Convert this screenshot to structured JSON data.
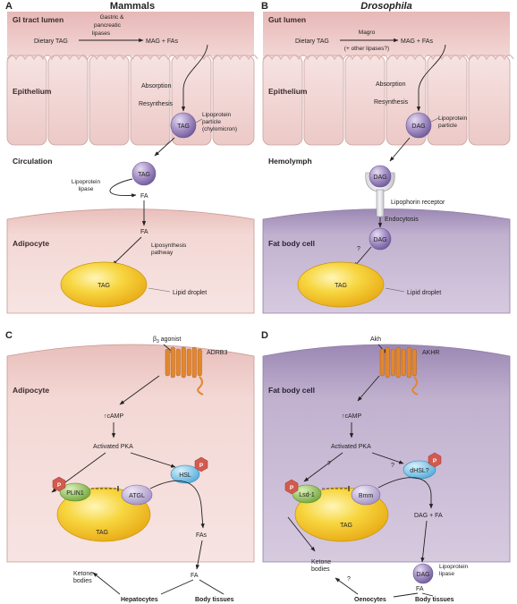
{
  "panel_letters": {
    "a": "A",
    "b": "B",
    "c": "C",
    "d": "D"
  },
  "panel_titles": {
    "a": "Mammals",
    "b": "Drosophila"
  },
  "panel_a": {
    "lumen": "GI tract lumen",
    "dietary_tag": "Dietary TAG",
    "enzyme": [
      "Gastric &",
      "pancreatic",
      "lipases"
    ],
    "products": "MAG + FAs",
    "epithelium": "Epithelium",
    "absorption": "Absorption",
    "resynthesis": "Resynthesis",
    "particle_label": [
      "Lipoprotein",
      "particle",
      "(chylomicron)"
    ],
    "particle_tag": "TAG",
    "circulation": "Circulation",
    "circ_tag": "TAG",
    "lpl": [
      "Lipoprotein",
      "lipase"
    ],
    "fa1": "FA",
    "fa2": "FA",
    "pathway": [
      "Liposynthesis",
      "pathway"
    ],
    "cell": "Adipocyte",
    "droplet_tag": "TAG",
    "droplet_label": "Lipid droplet"
  },
  "panel_b": {
    "lumen": "Gut lumen",
    "dietary_tag": "Dietary TAG",
    "enzyme": [
      "Magro",
      "(+ other lipases?)"
    ],
    "products": "MAG + FAs",
    "epithelium": "Epithelium",
    "absorption": "Absorption",
    "resynthesis": "Resynthesis",
    "particle_label": [
      "Lipoprotein",
      "particle"
    ],
    "particle_dag": "DAG",
    "hemolymph": "Hemolymph",
    "receptor_dag": "DAG",
    "receptor": "Lipophorin receptor",
    "endocytosis": "Endocytosis",
    "cell_dag": "DAG",
    "question": "?",
    "cell": "Fat body cell",
    "droplet_tag": "TAG",
    "droplet_label": "Lipid droplet"
  },
  "panel_c": {
    "agonist": "β",
    "agonist_sub": "3",
    "agonist_rest": " agonist",
    "receptor": "ADRB3",
    "cell": "Adipocyte",
    "camp": "↑cAMP",
    "pka": "Activated PKA",
    "hsl": "HSL",
    "plin1": "PLIN1",
    "atgl": "ATGL",
    "p": "P",
    "tag": "TAG",
    "fas": "FAs",
    "fa": "FA",
    "ketone": [
      "Ketone",
      "bodies"
    ],
    "hepatocytes": "Hepatocytes",
    "body_tissues": "Body tissues"
  },
  "panel_d": {
    "agonist": "Akh",
    "receptor": "AKHR",
    "cell": "Fat body cell",
    "camp": "↑cAMP",
    "pka": "Activated PKA",
    "q1": "?",
    "q2": "?",
    "q3": "?",
    "dhsl": "dHSL?",
    "lsd1": "Lsd-1",
    "bmm": "Bmm",
    "p": "P",
    "tag": "TAG",
    "dag_fa": "DAG + FA",
    "dag": "DAG",
    "lpl": [
      "Lipoprotein",
      "lipase"
    ],
    "fa": "FA",
    "ketone": [
      "Ketone",
      "bodies"
    ],
    "oenocytes": "Oenocytes",
    "body_tissues": "Body tissues"
  },
  "colors": {
    "lumen_pink": "#e9c3c1",
    "villus_pink": "#f3dcdb",
    "adipocyte_pink": "#f0cfcb",
    "fatbody_purple": "#b7a6c6",
    "droplet_yellow": "#f2c628",
    "particle_purple": "#9b87bd",
    "receptor_orange": "#e2872f",
    "plin_green": "#8cbf4a",
    "hsl_blue": "#7cc4e8",
    "phospho_red": "#d25a4f"
  }
}
